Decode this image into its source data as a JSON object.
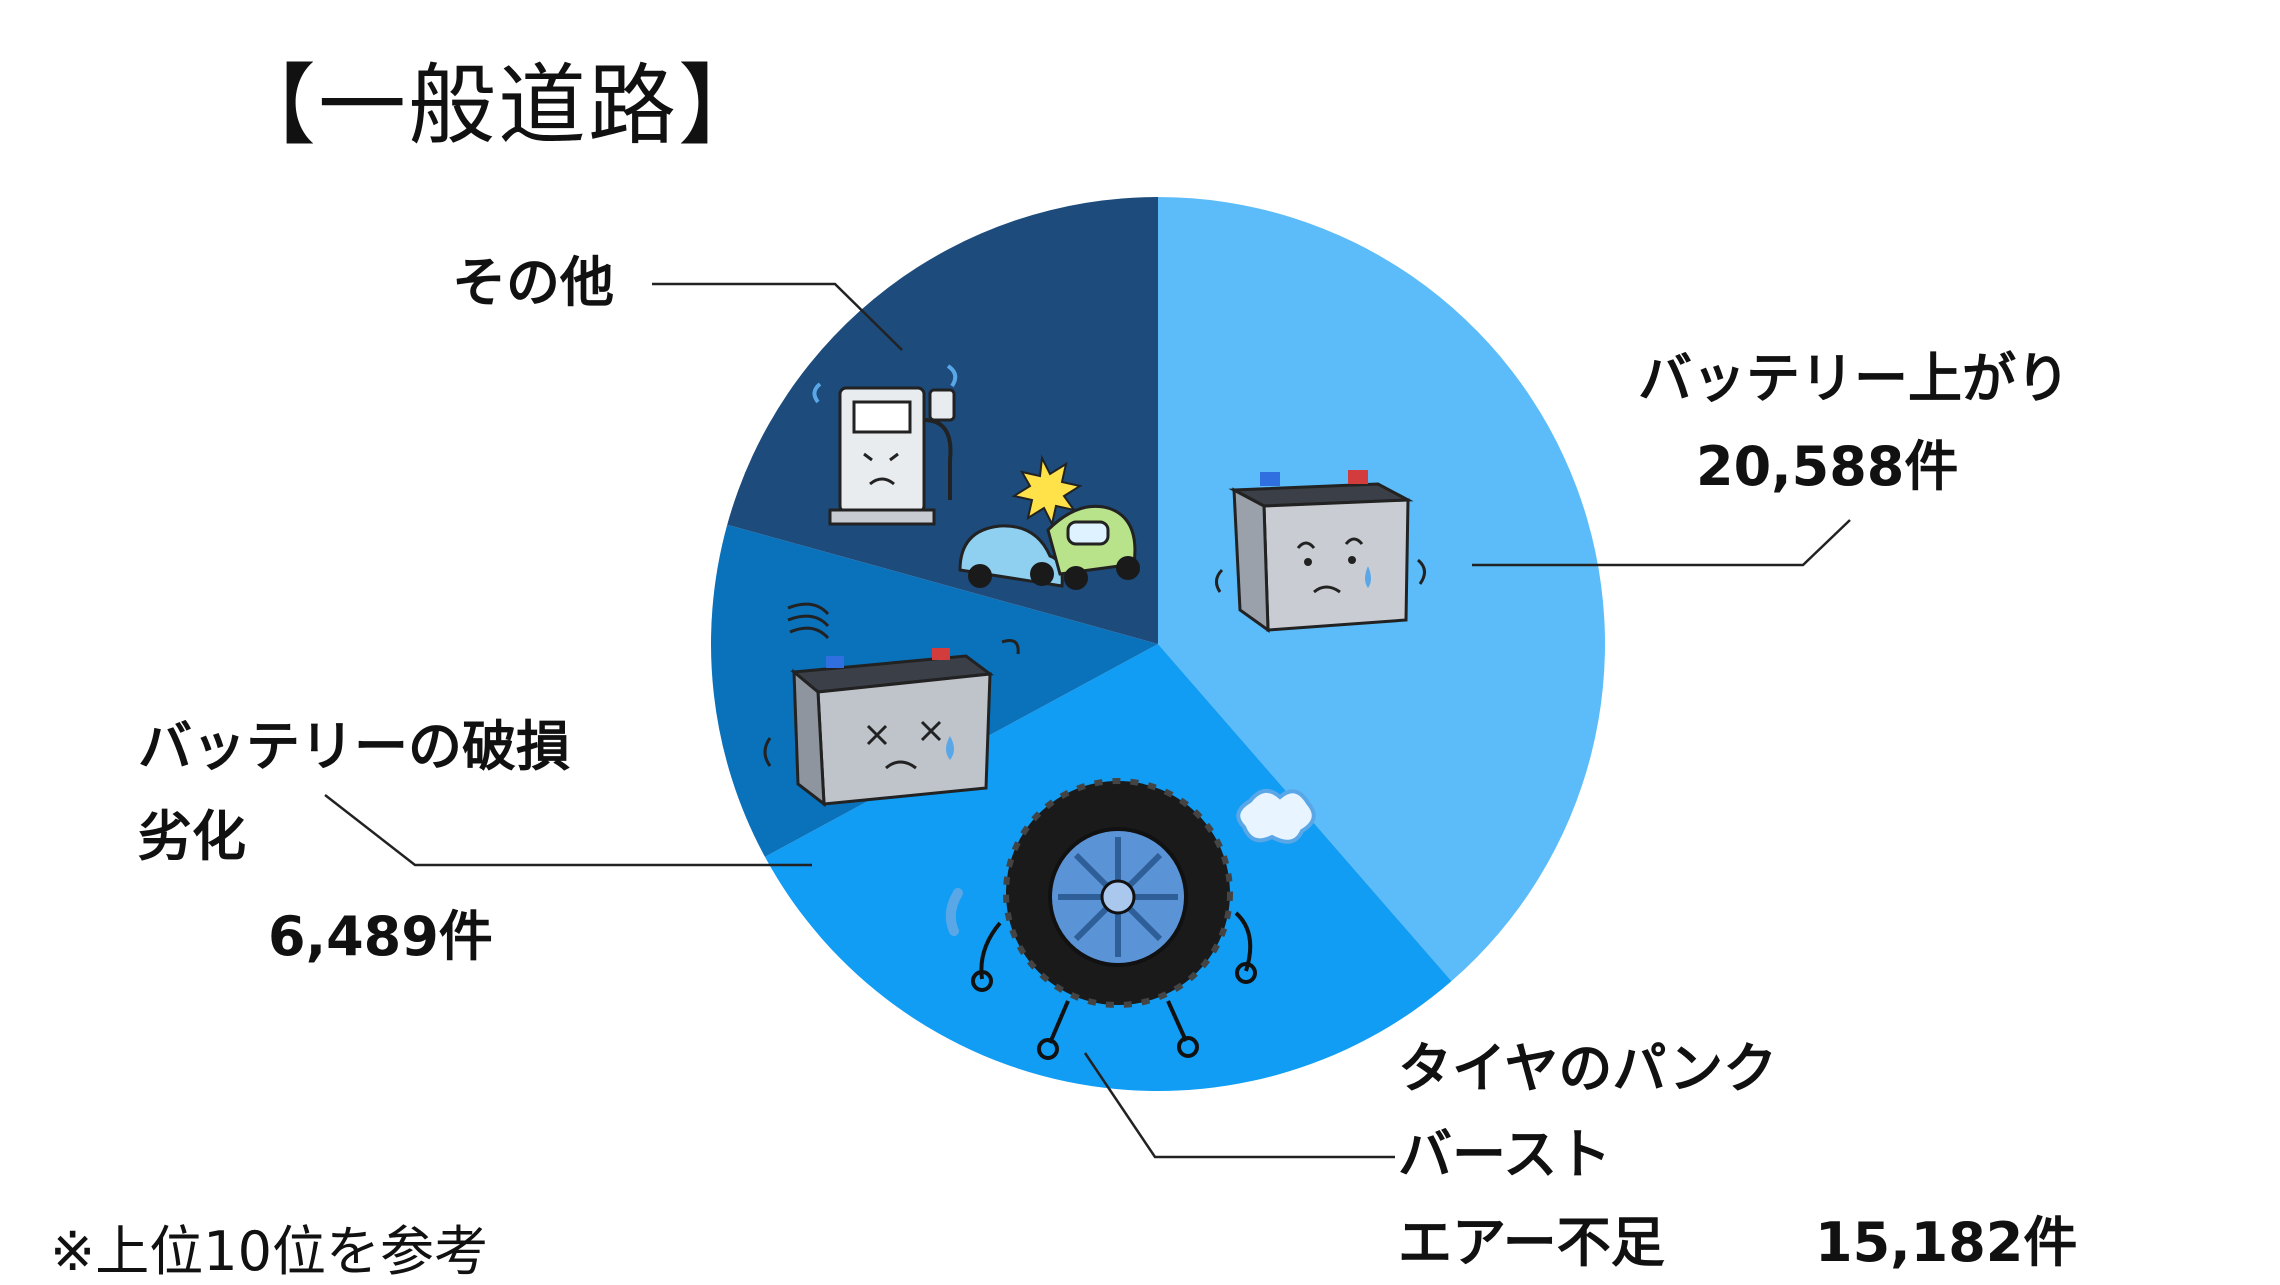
{
  "title": "【一般道路】",
  "note": "※上位10位を参考",
  "colors": {
    "battery_drain": "#5bbcf9",
    "tire": "#109df3",
    "battery_damage": "#0a71bb",
    "other": "#1c4b7c",
    "leader": "#222222",
    "text": "#111111"
  },
  "chart_data": {
    "type": "pie",
    "title": "【一般道路】",
    "unit": "件",
    "slices": [
      {
        "key": "battery_drain",
        "label_lines": [
          "バッテリー上がり"
        ],
        "value_text": "20,588件",
        "value": 20588,
        "share_pct": 38.6,
        "icon": "sad-battery-icon"
      },
      {
        "key": "tire",
        "label_lines": [
          "タイヤのパンク",
          "バースト",
          "エアー不足"
        ],
        "value_text": "15,182件",
        "value": 15182,
        "share_pct": 28.5,
        "icon": "tired-tire-icon"
      },
      {
        "key": "battery_damage",
        "label_lines": [
          "バッテリーの破損",
          "劣化"
        ],
        "value_text": "6,489件",
        "value": 6489,
        "share_pct": 12.2,
        "icon": "broken-battery-icon"
      },
      {
        "key": "other",
        "label_lines": [
          "その他"
        ],
        "value_text": "",
        "value": null,
        "share_pct": 20.7,
        "icon": "fuel-pump-and-collision-icon"
      }
    ]
  }
}
